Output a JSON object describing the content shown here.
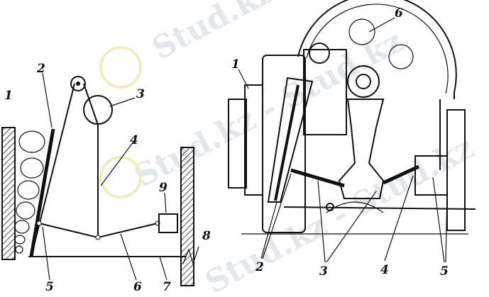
{
  "watermark": {
    "text": "Stud.kz - Stud.kz"
  },
  "left_diagram": {
    "labels": {
      "l1": "1",
      "l2": "2",
      "l3": "3",
      "l4": "4",
      "l5": "5",
      "l6": "6",
      "l7": "7",
      "l8": "8",
      "l9": "9"
    }
  },
  "right_diagram": {
    "labels": {
      "r1": "1",
      "r2": "2",
      "r3": "3",
      "r4": "4",
      "r5": "5",
      "r6": "6"
    }
  }
}
